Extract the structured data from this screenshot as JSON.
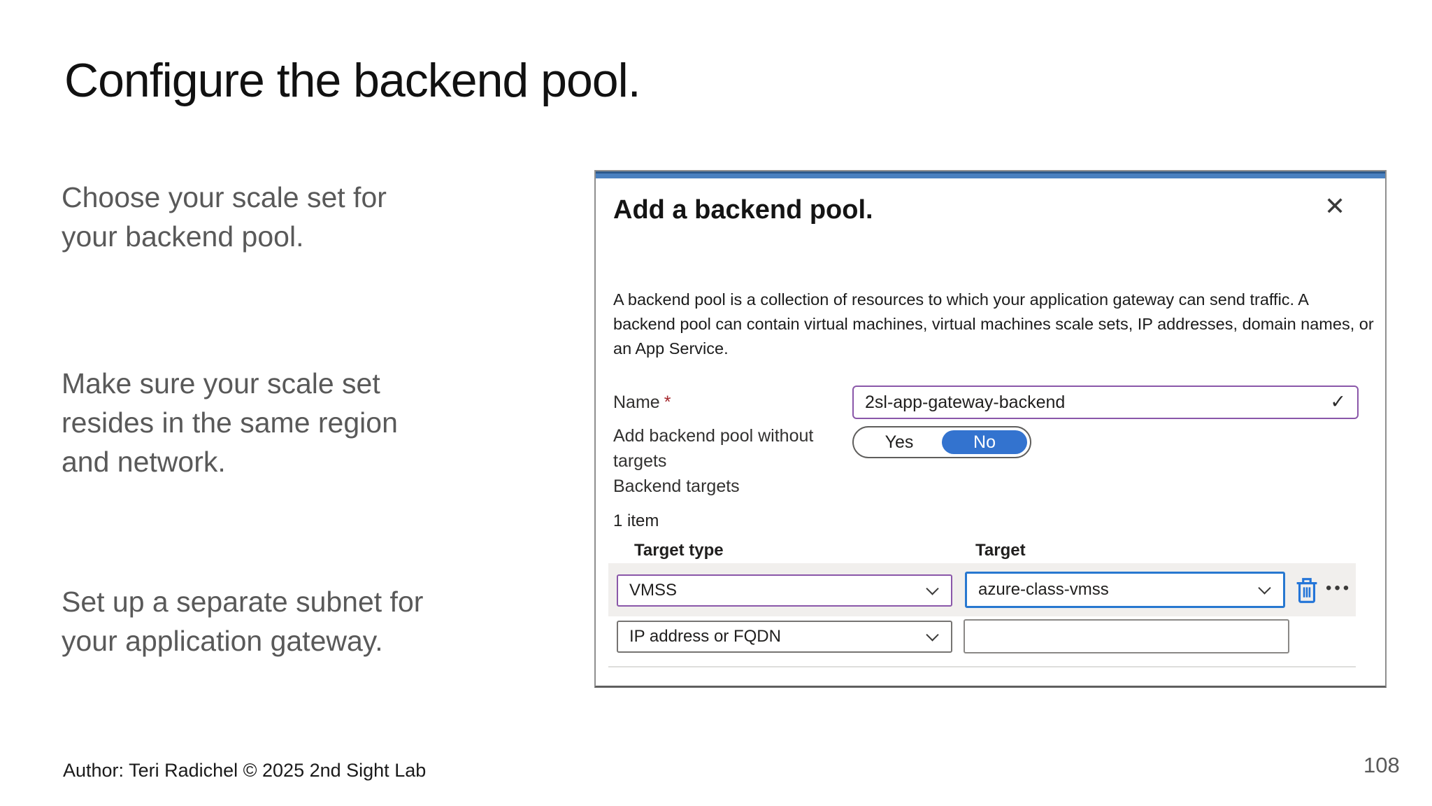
{
  "slide": {
    "title": "Configure the backend pool.",
    "bullets": [
      "Choose your scale set for your backend pool.",
      "Make sure your scale set resides in the same region and network.",
      "Set up a separate subnet for your application gateway."
    ],
    "footer": "Author: Teri Radichel © 2025 2nd Sight Lab",
    "page_number": "108"
  },
  "dialog": {
    "title": "Add a backend pool.",
    "description": "A backend pool is a collection of resources to which your application gateway can send traffic. A backend pool can contain virtual machines, virtual machines scale sets, IP addresses, domain names, or an App Service.",
    "name_label": "Name",
    "required_marker": "*",
    "name_value": "2sl-app-gateway-backend",
    "toggle_label": "Add backend pool without targets",
    "toggle_yes": "Yes",
    "toggle_no": "No",
    "backend_targets_label": "Backend targets",
    "items_count": "1 item",
    "table": {
      "headers": {
        "target_type": "Target type",
        "target": "Target"
      },
      "rows": [
        {
          "target_type": "VMSS",
          "target": "azure-class-vmss"
        },
        {
          "target_type": "IP address or FQDN",
          "target": ""
        }
      ]
    },
    "icons": {
      "close": "✕",
      "check": "✓",
      "more": "•••"
    },
    "colors": {
      "header_bar_blue": "#4a80bf",
      "toggle_selected_blue": "#3373cf",
      "focus_border_blue": "#2878d0",
      "valid_border_purple": "#8a57a9",
      "required_red": "#a4262c",
      "body_text_gray": "#595959"
    }
  }
}
